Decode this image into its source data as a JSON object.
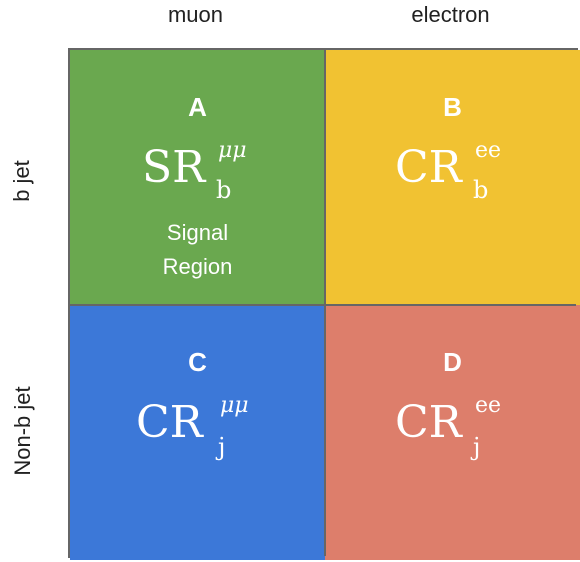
{
  "columns": {
    "muon": "muon",
    "electron": "electron"
  },
  "rows": {
    "b_jet": "b jet",
    "non_b_jet": "Non-b jet"
  },
  "cells": {
    "A": {
      "letter": "A",
      "region": "SR",
      "sub": "b",
      "sup": "μμ",
      "label1": "Signal",
      "label2": "Region",
      "color": "#6aa84f"
    },
    "B": {
      "letter": "B",
      "region": "CR",
      "sub": "b",
      "sup": "ee",
      "color": "#f1c232"
    },
    "C": {
      "letter": "C",
      "region": "CR",
      "sub": "j",
      "sup": "μμ",
      "color": "#3c78d8"
    },
    "D": {
      "letter": "D",
      "region": "CR",
      "sub": "j",
      "sup": "ee",
      "color": "#dd7e6b"
    }
  }
}
